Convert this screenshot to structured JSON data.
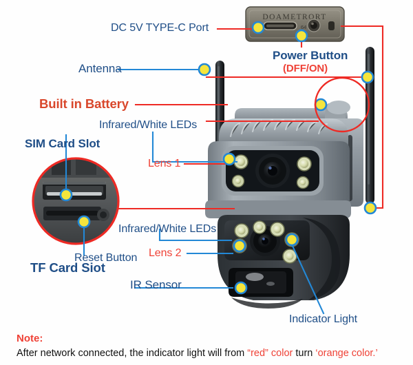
{
  "diagram": {
    "title": "Security Camera Parts Callout Diagram",
    "colors": {
      "label_blue": "#1f4e87",
      "label_red": "#ef4136",
      "label_orange": "#d9472b",
      "leader_blue": "#2388d6",
      "leader_red": "#ee2a24",
      "marker_fill": "#f5e53c",
      "marker_ring_blue": "#2388d6",
      "background": "#ffffff"
    },
    "callouts": [
      {
        "id": "dc-port",
        "label": "DC 5V TYPE-C Port",
        "color": "red",
        "size": "s16"
      },
      {
        "id": "power-button",
        "label": "Power Button",
        "color": "blue",
        "size": "s17"
      },
      {
        "id": "power-state",
        "label": "(DFF/ON)",
        "color": "red",
        "size": "s15"
      },
      {
        "id": "antenna",
        "label": "Antenna",
        "color": "blue",
        "size": "s17"
      },
      {
        "id": "battery",
        "label": "Built in Battery",
        "color": "orange",
        "size": "s18"
      },
      {
        "id": "leds-top",
        "label": "Infrared/White LEDs",
        "color": "blue",
        "size": "s16"
      },
      {
        "id": "sim-slot",
        "label": "SIM Card Slot",
        "color": "blue",
        "size": "s17"
      },
      {
        "id": "lens-1",
        "label": "Lens 1",
        "color": "red",
        "size": "s16"
      },
      {
        "id": "leds-bottom",
        "label": "Infrared/White LEDs",
        "color": "blue",
        "size": "s16"
      },
      {
        "id": "reset-button",
        "label": "Reset Button",
        "color": "blue",
        "size": "s16"
      },
      {
        "id": "lens-2",
        "label": "Lens 2",
        "color": "red",
        "size": "s16"
      },
      {
        "id": "tf-slot",
        "label": "TF Card Siot",
        "color": "blue",
        "size": "s18"
      },
      {
        "id": "ir-sensor",
        "label": "IR Sensor",
        "color": "blue",
        "size": "s17"
      },
      {
        "id": "indicator",
        "label": "Indicator Light",
        "color": "blue",
        "size": "s16"
      }
    ],
    "device": {
      "port_module_text": "DOAMETRORT",
      "port_module_mark": "64"
    },
    "note": {
      "title": "Note:",
      "text_1": "After network connected, the indicator light will from ",
      "red_1": "“red” color",
      "text_2": " turn ",
      "red_2": "‘orange color.’"
    }
  }
}
